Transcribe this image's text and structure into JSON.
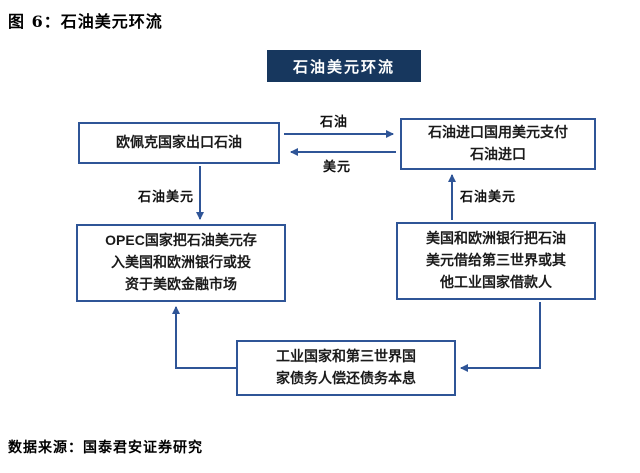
{
  "page": {
    "figure_title": "图 6：石油美元环流",
    "source": "数据来源：国泰君安证券研究"
  },
  "diagram": {
    "title": "石油美元环流",
    "colors": {
      "accent": "#2F5597",
      "title_bg": "#17375E",
      "title_text": "#FFFFFF"
    },
    "nodes": {
      "opec_export": {
        "lines": [
          "欧佩克国家出口石油"
        ]
      },
      "importer_pay": {
        "lines": [
          "石油进口国用美元支付",
          "石油进口"
        ]
      },
      "opec_deposit": {
        "lines": [
          "OPEC国家把石油美元存",
          "入美国和欧洲银行或投",
          "资于美欧金融市场"
        ]
      },
      "bank_lend": {
        "lines": [
          "美国和欧洲银行把石油",
          "美元借给第三世界或其",
          "他工业国家借款人"
        ]
      },
      "debtor_repay": {
        "lines": [
          "工业国家和第三世界国",
          "家债务人偿还债务本息"
        ]
      }
    },
    "edge_labels": {
      "oil": "石油",
      "dollar": "美元",
      "petrodollar_left": "石油美元",
      "petrodollar_right": "石油美元"
    }
  }
}
